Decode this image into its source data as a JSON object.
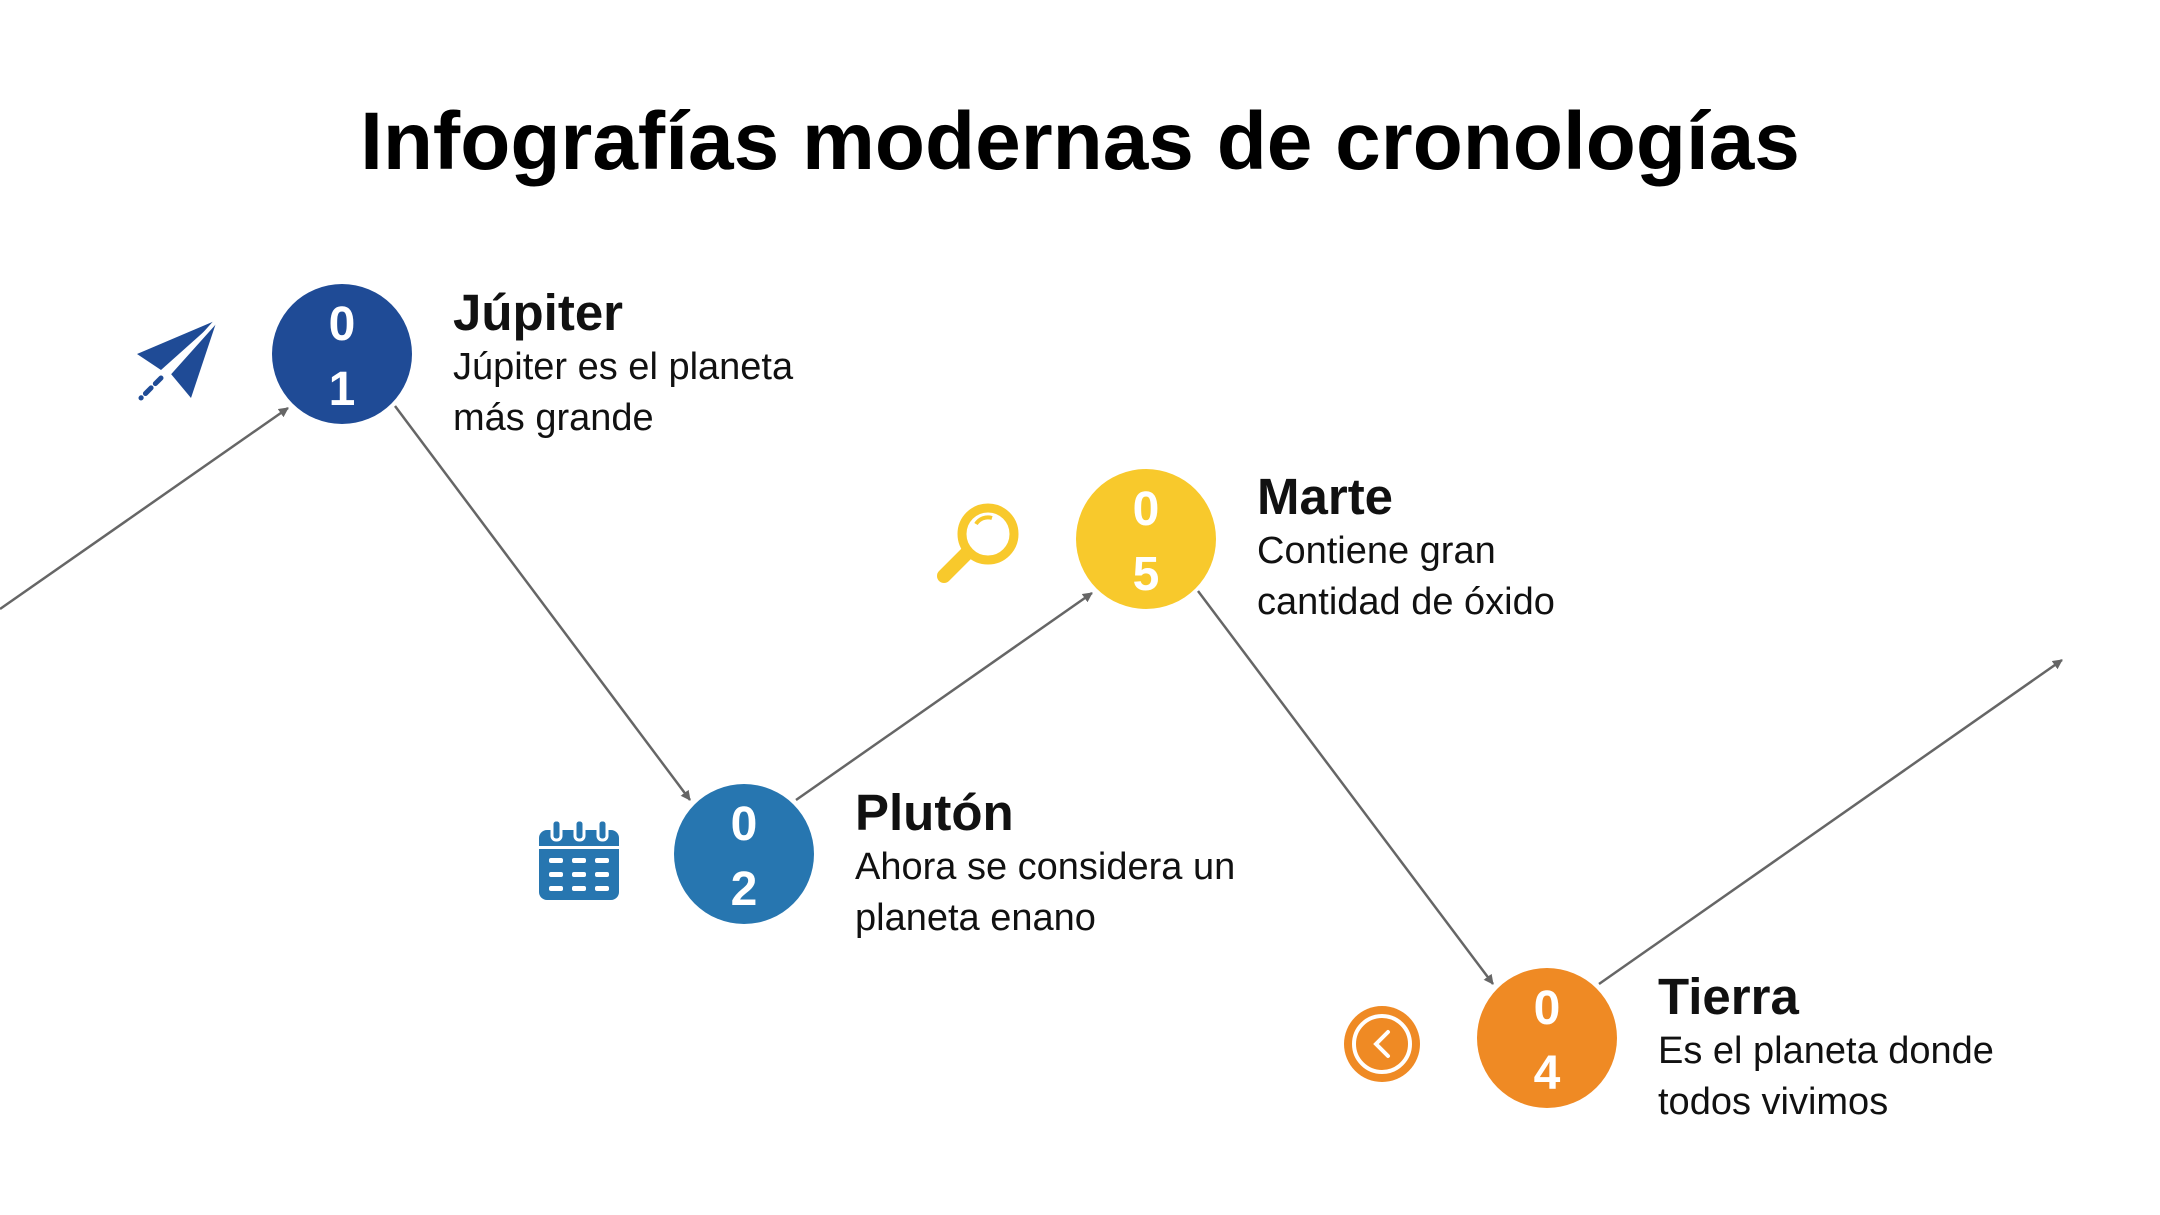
{
  "title": "Infografías modernas de cronologías",
  "colors": {
    "dark_blue": "#1f4b96",
    "blue": "#2776b0",
    "yellow": "#f8c92c",
    "orange": "#ef8a24",
    "line": "#666666"
  },
  "steps": [
    {
      "digit1": "0",
      "digit2": "1",
      "heading": "Júpiter",
      "text": "Júpiter es el planeta más grande",
      "icon": "paper-plane-icon"
    },
    {
      "digit1": "0",
      "digit2": "2",
      "heading": "Plutón",
      "text": "Ahora se considera un planeta enano",
      "icon": "calendar-icon"
    },
    {
      "digit1": "0",
      "digit2": "5",
      "heading": "Marte",
      "text": "Contiene gran cantidad de óxido",
      "icon": "magnifier-icon"
    },
    {
      "digit1": "0",
      "digit2": "4",
      "heading": "Tierra",
      "text": "Es el planeta donde todos vivimos",
      "icon": "clock-icon"
    }
  ]
}
